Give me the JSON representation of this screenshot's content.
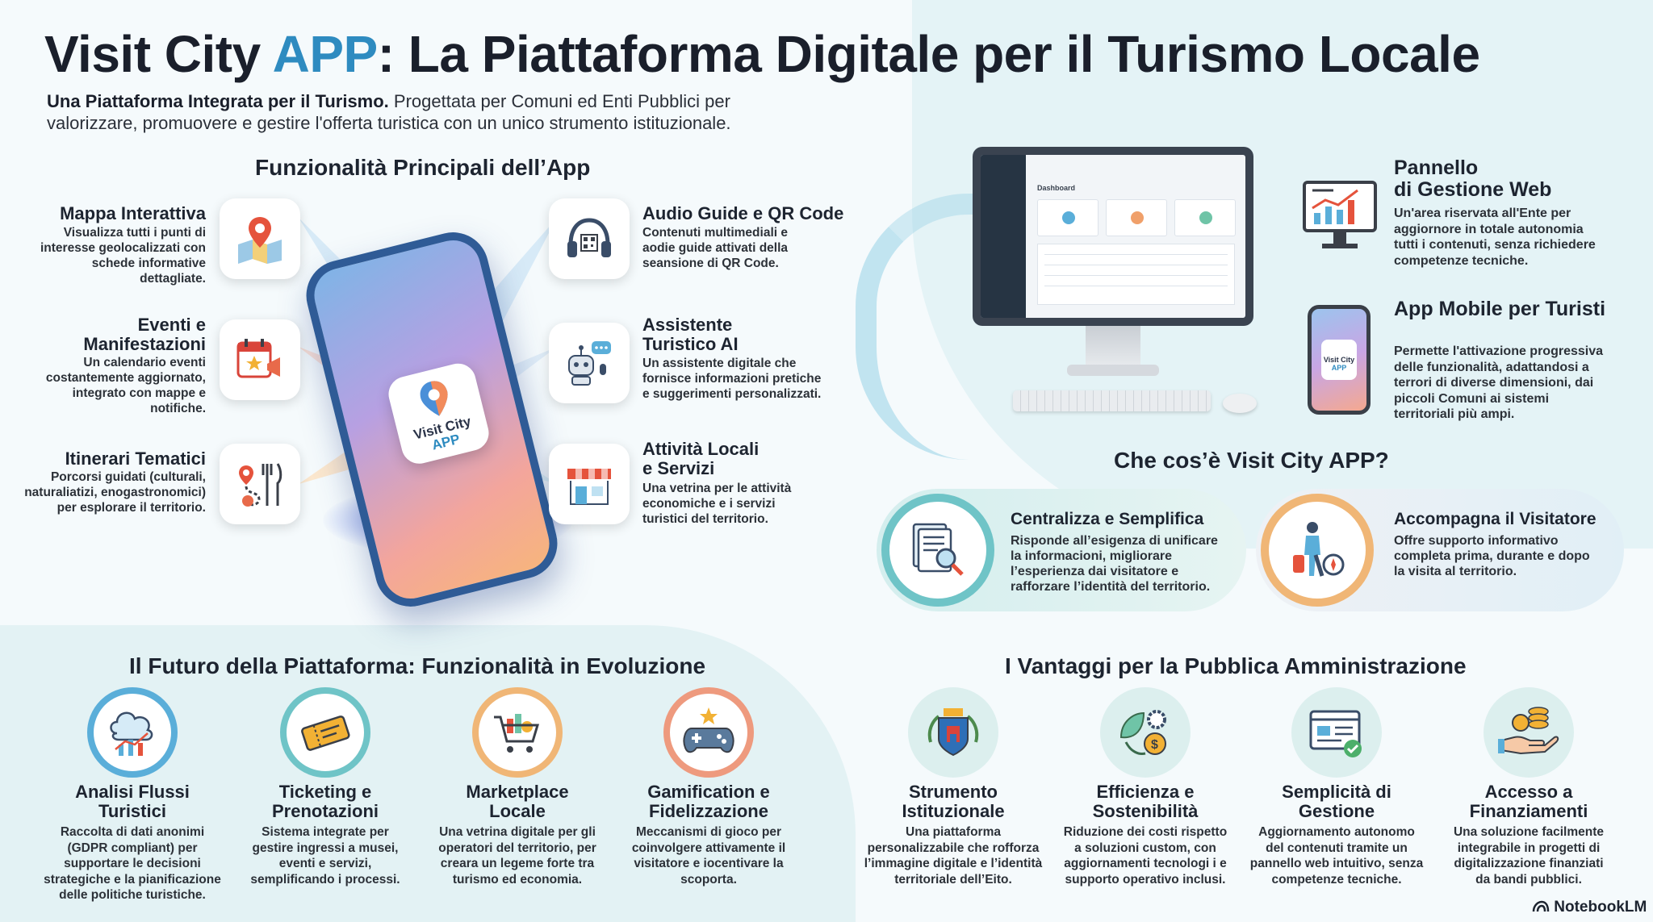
{
  "title": {
    "part1": "Visit City ",
    "accent": "APP",
    "part2": ": La Piattaforma Digitale per il Turismo Locale"
  },
  "intro": {
    "bold": "Una Piattaforma Integrata per il Turismo.",
    "line1": " Progettata per Comuni ed Enti Pubblici per",
    "line2": "valorizzare, promuovere e gestire l'offerta turistica con un unico strumento istituzionale."
  },
  "features_heading": "Funzionalità Principali dell’App",
  "phone": {
    "app_name_line1": "Visit City",
    "app_name_line2": "APP"
  },
  "left_features": [
    {
      "title": "Mappa Interattiva",
      "desc": [
        "Visualizza tutti i punti di",
        "interesse geolocalizzati con",
        "schede informative",
        "dettagliate."
      ],
      "icon": "map-pin-icon"
    },
    {
      "title_lines": [
        "Eventi e",
        "Manifestazioni"
      ],
      "desc": [
        "Un calendario eventi",
        "costantemente aggiornato,",
        "integrato con mappe e",
        "notifiche."
      ],
      "icon": "calendar-megaphone-icon"
    },
    {
      "title": "Itinerari Tematici",
      "desc": [
        "Porcorsi guidati (culturali,",
        "naturaliatizi, enogastronomici)",
        "per esplorare il territorio."
      ],
      "icon": "route-fork-knife-icon"
    }
  ],
  "right_features": [
    {
      "title": "Audio Guide e QR Code",
      "desc": [
        "Contenuti multimediali e",
        "aodie guide attivati della",
        "seansione di QR Code."
      ],
      "icon": "headphones-qr-icon"
    },
    {
      "title_lines": [
        "Assistente",
        "Turistico AI"
      ],
      "desc": [
        "Un assistente digitale che",
        "fornisce informazioni pretiche",
        "e suggerimenti personalizzati."
      ],
      "icon": "robot-chat-icon"
    },
    {
      "title_lines": [
        "Attività Locali",
        "e Servizi"
      ],
      "desc": [
        "Una vetrina per le attività",
        "economiche e i servizi",
        "turistici del territorio."
      ],
      "icon": "shop-icon"
    }
  ],
  "monitor": {
    "screen_label": "Dashboard"
  },
  "panel": {
    "title_lines": [
      "Pannello",
      "di Gestione Web"
    ],
    "desc": [
      "Un'area riservata all'Ente per",
      "aggiornore in totale autonomia",
      "tutti i contenuti, senza richiedere",
      "competenze tecniche."
    ],
    "icon": "monitor-chart-icon"
  },
  "mobile_app": {
    "title": "App Mobile per Turisti",
    "desc": [
      "Permette l'attivazione progressiva",
      "delle funzionalità, adattandosi a",
      "terrori di diverse dimensioni, dai",
      "piccoli Comuni ai sistemi",
      "territoriali più ampi."
    ],
    "icon": "smartphone-icon",
    "mini_label_1": "Visit City",
    "mini_label_2": "APP"
  },
  "what_is_heading": "Che cos’è Visit City APP?",
  "what_is": [
    {
      "title": "Centralizza e Semplifica",
      "desc": [
        "Risponde all’esigenza di unificare",
        "la informacioni, migliorare",
        "l’esperienza dai visitatore e",
        "rafforzare l’identità del territorio."
      ],
      "icon": "document-search-icon",
      "ring": "#6fc4c7"
    },
    {
      "title": "Accompagna il Visitatore",
      "desc": [
        "Offre supporto informativo",
        "completa prima, durante e dopo",
        "la visita al territorio."
      ],
      "icon": "traveler-icon",
      "ring": "#f0b676"
    }
  ],
  "future_heading": "Il Futuro della Piattaforma: Funzionalità in Evoluzione",
  "future": [
    {
      "title_lines": [
        "Analisi Flussi",
        "Turistici"
      ],
      "desc": [
        "Raccolta di dati anonimi",
        "(GDPR compliant) per",
        "supportare le decisioni",
        "strategiche e la pianificazione",
        "delle politiche turistiche."
      ],
      "icon": "cloud-analytics-icon",
      "ring": "#5aaed9"
    },
    {
      "title_lines": [
        "Ticketing e",
        "Prenotazioni"
      ],
      "desc": [
        "Sistema integrate per",
        "gestire ingressi a musei,",
        "eventi e servizi,",
        "semplificando i processi."
      ],
      "icon": "ticket-icon",
      "ring": "#6fc4c7"
    },
    {
      "title_lines": [
        "Marketplace",
        "Locale"
      ],
      "desc": [
        "Una vetrina digitale per gli",
        "operatori del territorio, per",
        "creara un legeme forte tra",
        "turismo ed economia."
      ],
      "icon": "shopping-cart-icon",
      "ring": "#f0b676"
    },
    {
      "title_lines": [
        "Gamification e",
        "Fidelizzazione"
      ],
      "desc": [
        "Meccanismi di gioco per",
        "coinvolgere attivamente il",
        "visitatore e iocentivare la",
        "scoporta."
      ],
      "icon": "gamepad-icon",
      "ring": "#ee9a7e"
    }
  ],
  "advantages_heading": "I Vantaggi per la Pubblica Amministrazione",
  "advantages": [
    {
      "title_lines": [
        "Strumento",
        "Istituzionale"
      ],
      "desc": [
        "Una piattaforma",
        "personalizzabile che rofforza",
        "l’immagine digitale e l’identità",
        "territoriale dell’Eito."
      ],
      "icon": "coat-of-arms-icon"
    },
    {
      "title_lines": [
        "Efficienza e",
        "Sostenibilità"
      ],
      "desc": [
        "Riduzione dei costi rispetto",
        "a soluzioni custom, con",
        "aggiornamenti tecnologi i e",
        "supporto operativo inclusi."
      ],
      "icon": "leaf-gear-coin-icon"
    },
    {
      "title_lines": [
        "Semplicità di",
        "Gestione"
      ],
      "desc": [
        "Aggiornamento autonomo",
        "del contenuti tramite un",
        "pannello web intuitivo, senza",
        "competenze tecniche."
      ],
      "icon": "browser-check-icon"
    },
    {
      "title_lines": [
        "Accesso a",
        "Finanziamenti"
      ],
      "desc": [
        "Una soluzione facilmente",
        "integrabile in progetti di",
        "digitalizzazione finanziati",
        "da bandi pubblici."
      ],
      "icon": "hand-coins-icon"
    }
  ],
  "brand": "NotebookLM"
}
